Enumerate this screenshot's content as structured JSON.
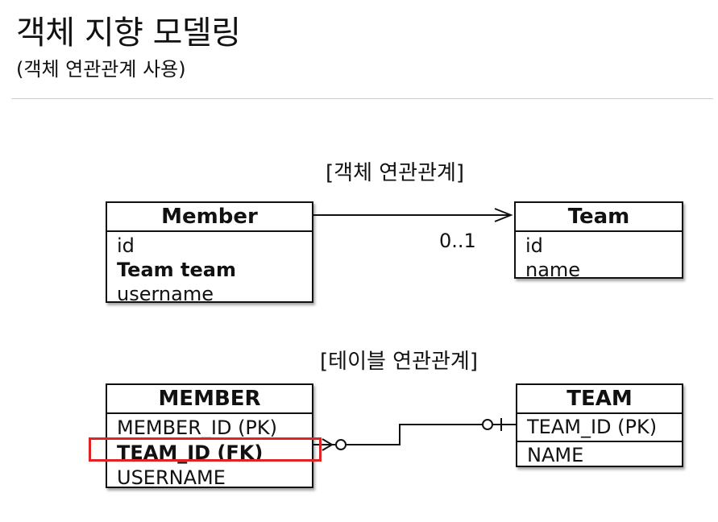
{
  "header": {
    "title": "객체 지향 모델링",
    "subtitle": "(객체 연관관계 사용)"
  },
  "object_section": {
    "label": "[객체 연관관계]",
    "member": {
      "name": "Member",
      "fields": [
        "id",
        "Team team",
        "username"
      ]
    },
    "team": {
      "name": "Team",
      "fields": [
        "id",
        "name"
      ]
    },
    "multiplicity": "0..1"
  },
  "table_section": {
    "label": "[테이블 연관관계]",
    "member": {
      "name": "MEMBER",
      "pk": "MEMBER_ID (PK)",
      "fk": "TEAM_ID (FK)",
      "other": "USERNAME"
    },
    "team": {
      "name": "TEAM",
      "pk": "TEAM_ID (PK)",
      "other": "NAME"
    }
  },
  "colors": {
    "highlight": "#e02424",
    "line": "#111111"
  }
}
